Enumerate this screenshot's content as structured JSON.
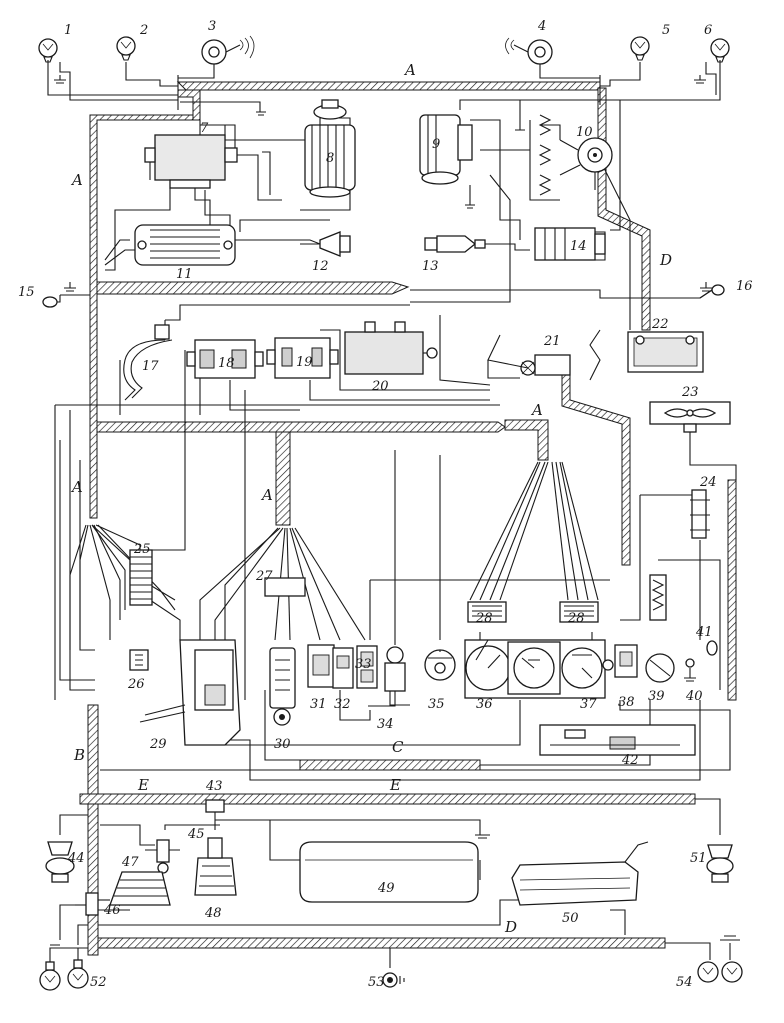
{
  "diagram": {
    "harness_labels": {
      "a1": "A",
      "a2": "A",
      "a3": "A",
      "a4": "A",
      "a5": "A",
      "b": "B",
      "c": "C",
      "d": "D",
      "d2": "D",
      "e1": "E",
      "e2": "E"
    },
    "components": [
      {
        "n": "1"
      },
      {
        "n": "2"
      },
      {
        "n": "3"
      },
      {
        "n": "4"
      },
      {
        "n": "5"
      },
      {
        "n": "6"
      },
      {
        "n": "7"
      },
      {
        "n": "8"
      },
      {
        "n": "9"
      },
      {
        "n": "10"
      },
      {
        "n": "11"
      },
      {
        "n": "12"
      },
      {
        "n": "13"
      },
      {
        "n": "14"
      },
      {
        "n": "15"
      },
      {
        "n": "16"
      },
      {
        "n": "17"
      },
      {
        "n": "18"
      },
      {
        "n": "19"
      },
      {
        "n": "20"
      },
      {
        "n": "21"
      },
      {
        "n": "22"
      },
      {
        "n": "23"
      },
      {
        "n": "24"
      },
      {
        "n": "25"
      },
      {
        "n": "26"
      },
      {
        "n": "27"
      },
      {
        "n": "28"
      },
      {
        "n": "28"
      },
      {
        "n": "29"
      },
      {
        "n": "30"
      },
      {
        "n": "31"
      },
      {
        "n": "32"
      },
      {
        "n": "33"
      },
      {
        "n": "34"
      },
      {
        "n": "35"
      },
      {
        "n": "36"
      },
      {
        "n": "37"
      },
      {
        "n": "38"
      },
      {
        "n": "39"
      },
      {
        "n": "40"
      },
      {
        "n": "41"
      },
      {
        "n": "42"
      },
      {
        "n": "43"
      },
      {
        "n": "44"
      },
      {
        "n": "45"
      },
      {
        "n": "46"
      },
      {
        "n": "47"
      },
      {
        "n": "48"
      },
      {
        "n": "49"
      },
      {
        "n": "50"
      },
      {
        "n": "51"
      },
      {
        "n": "52"
      },
      {
        "n": "53"
      },
      {
        "n": "54"
      }
    ]
  }
}
